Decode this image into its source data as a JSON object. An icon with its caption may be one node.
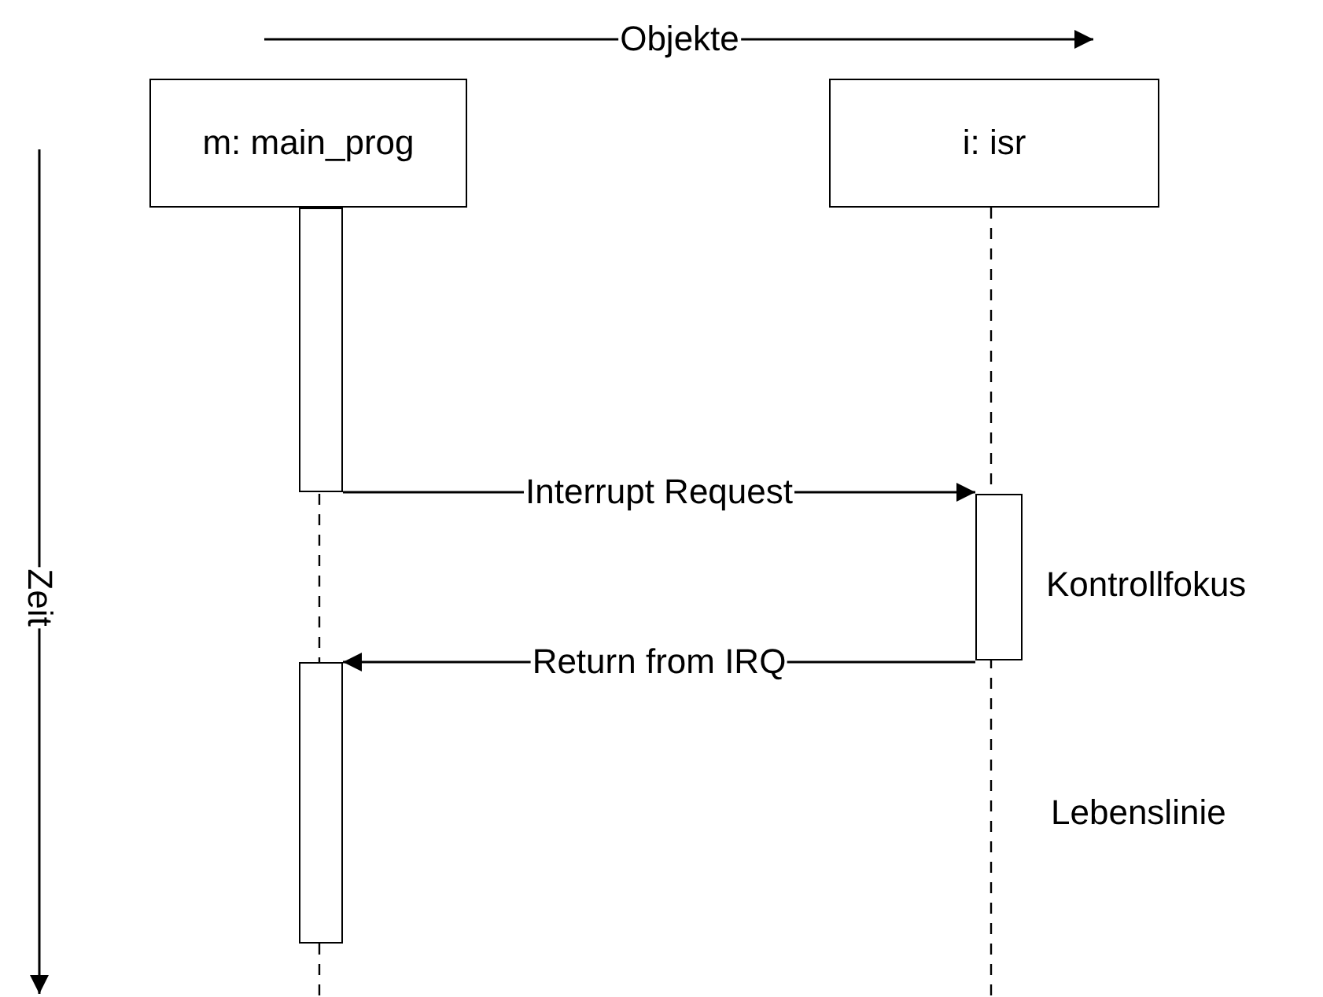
{
  "diagram": {
    "nodes": [
      {
        "text": [
          "m: main_prog"
        ]
      },
      {
        "text": [
          "i: isr"
        ]
      },
      {
        "text": [],
        "shape": "bar"
      },
      {
        "text": [],
        "shape": "bar",
        "beside": [
          "Kontrollfokus"
        ]
      },
      {
        "text": [],
        "shape": "bar"
      }
    ],
    "edges": [
      {
        "from": 2,
        "to": 3,
        "arrow": "to",
        "label": "Interrupt Request"
      },
      {
        "from": 3,
        "to": 4,
        "arrow": "to",
        "label": "Return from IRQ"
      }
    ],
    "labels": [
      "Objekte",
      "Zeit",
      "Lebenslinie"
    ]
  }
}
